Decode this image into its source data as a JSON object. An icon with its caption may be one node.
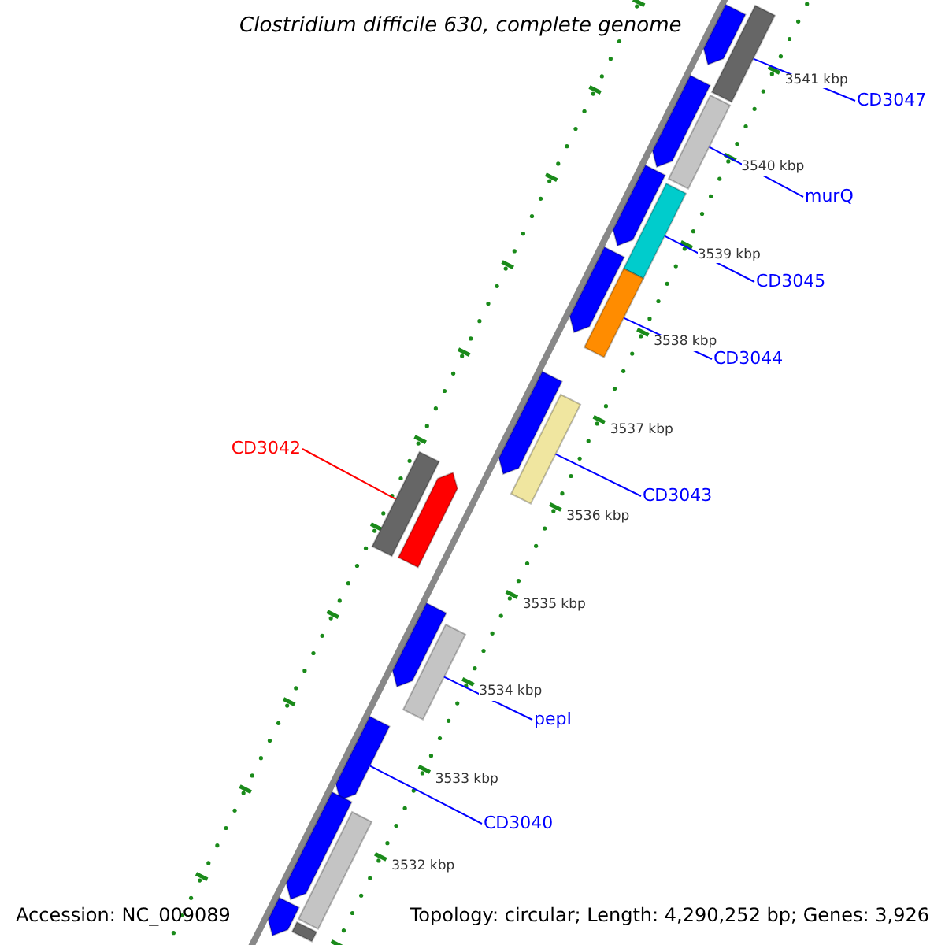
{
  "diagram": {
    "title": "Clostridium difficile 630, complete genome",
    "nodes": [
      {
        "text": [
          "CD3047"
        ]
      },
      {
        "text": [
          "murQ"
        ]
      },
      {
        "text": [
          "CD3045"
        ]
      },
      {
        "text": [
          "CD3044"
        ]
      },
      {
        "text": [
          "CD3042"
        ]
      },
      {
        "text": [
          "CD3043"
        ]
      },
      {
        "text": [
          "pepI"
        ]
      },
      {
        "text": [
          "CD3040"
        ]
      },
      {
        "text": [],
        "shape": "arrow"
      },
      {
        "text": [],
        "shape": "bar"
      },
      {
        "text": [],
        "shape": "arrow"
      },
      {
        "text": [],
        "shape": "bar"
      },
      {
        "text": [],
        "shape": "arrow"
      },
      {
        "text": [],
        "shape": "bar"
      },
      {
        "text": [],
        "shape": "arrow"
      },
      {
        "text": [],
        "shape": "bar"
      },
      {
        "text": [],
        "shape": "arrow"
      },
      {
        "text": [],
        "shape": "bar"
      },
      {
        "text": [],
        "shape": "bar"
      },
      {
        "text": [],
        "shape": "arrow"
      },
      {
        "text": [],
        "shape": "arrow"
      },
      {
        "text": [],
        "shape": "bar"
      },
      {
        "text": [],
        "shape": "arrow"
      },
      {
        "text": [],
        "shape": "arrow"
      },
      {
        "text": [],
        "shape": "bar"
      },
      {
        "text": [],
        "shape": "arrow"
      },
      {
        "text": [],
        "shape": "bar"
      }
    ],
    "edges": [
      {
        "from": 0,
        "to": 9,
        "arrow": "none"
      },
      {
        "from": 1,
        "to": 11,
        "arrow": "none"
      },
      {
        "from": 2,
        "to": 13,
        "arrow": "none"
      },
      {
        "from": 3,
        "to": 15,
        "arrow": "none"
      },
      {
        "from": 4,
        "to": 18,
        "arrow": "none",
        "color": "#ff0000"
      },
      {
        "from": 5,
        "to": 17,
        "arrow": "none"
      },
      {
        "from": 6,
        "to": 21,
        "arrow": "none"
      },
      {
        "from": 7,
        "to": 22,
        "arrow": "none"
      }
    ],
    "labels": [
      "3541 kbp",
      "3540 kbp",
      "3539 kbp",
      "3538 kbp",
      "3537 kbp",
      "3536 kbp",
      "3535 kbp",
      "3534 kbp",
      "3533 kbp",
      "3532 kbp",
      "Accession: NC_009089",
      "Topology: circular; Length: 4,290,252 bp; Genes: 3,926"
    ]
  }
}
